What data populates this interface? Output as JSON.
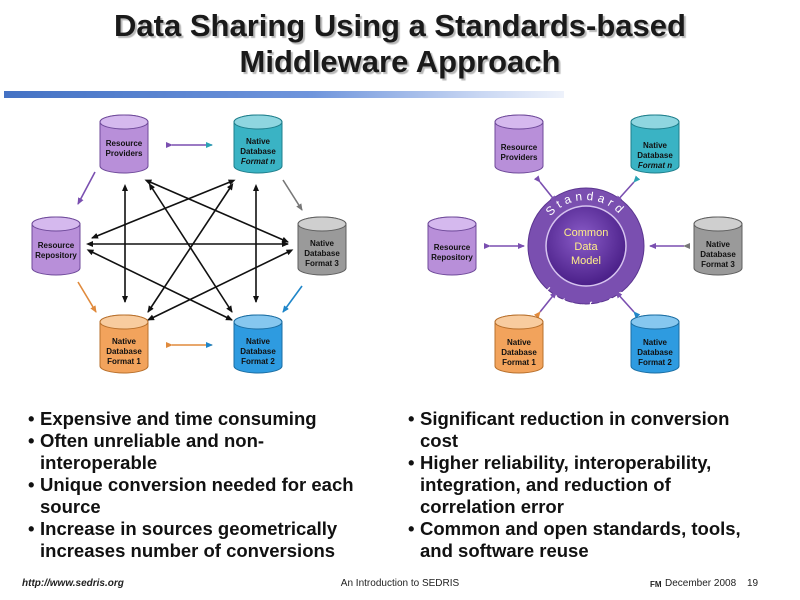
{
  "title": {
    "line1": "Data Sharing Using a Standards-based",
    "line2": "Middleware Approach"
  },
  "left_diagram": {
    "resource_providers": [
      "Resource",
      "Providers"
    ],
    "native_n": [
      "Native",
      "Database",
      "Format n"
    ],
    "resource_repository": [
      "Resource",
      "Repository"
    ],
    "native_3": [
      "Native",
      "Database",
      "Format 3"
    ],
    "native_1": [
      "Native",
      "Database",
      "Format 1"
    ],
    "native_2": [
      "Native",
      "Database",
      "Format 2"
    ]
  },
  "right_diagram": {
    "resource_providers": [
      "Resource",
      "Providers"
    ],
    "native_n": [
      "Native",
      "Database",
      "Format n"
    ],
    "resource_repository": [
      "Resource",
      "Repository"
    ],
    "native_3": [
      "Native",
      "Database",
      "Format 3"
    ],
    "native_1": [
      "Native",
      "Database",
      "Format 1"
    ],
    "native_2": [
      "Native",
      "Database",
      "Format 2"
    ],
    "ring_top": "Standard",
    "ring_bottom": "Interface",
    "center": [
      "Common",
      "Data",
      "Model"
    ]
  },
  "bullets_left": [
    [
      "Expensive and time consuming"
    ],
    [
      "Often unreliable and non-",
      "interoperable"
    ],
    [
      "Unique conversion needed for each",
      "source"
    ],
    [
      "Increase in sources geometrically",
      "increases number of conversions"
    ]
  ],
  "bullets_right": [
    [
      "Significant reduction in conversion",
      "cost"
    ],
    [
      "Higher reliability, interoperability,",
      "integration, and reduction of",
      "correlation error"
    ],
    [
      "Common and open standards, tools,",
      "and software reuse"
    ]
  ],
  "footer": {
    "url": "http://www.sedris.org",
    "center": "An Introduction to SEDRIS",
    "mark": "FM",
    "date": "December 2008",
    "page": "19"
  },
  "colors": {
    "purple": "#b88fd9",
    "teal": "#3ab3c4",
    "gray": "#9a9a9a",
    "orange": "#f2a35c",
    "blue": "#2e9be0",
    "ring": "#7a4fb0",
    "hub": "#5a2e9a"
  }
}
